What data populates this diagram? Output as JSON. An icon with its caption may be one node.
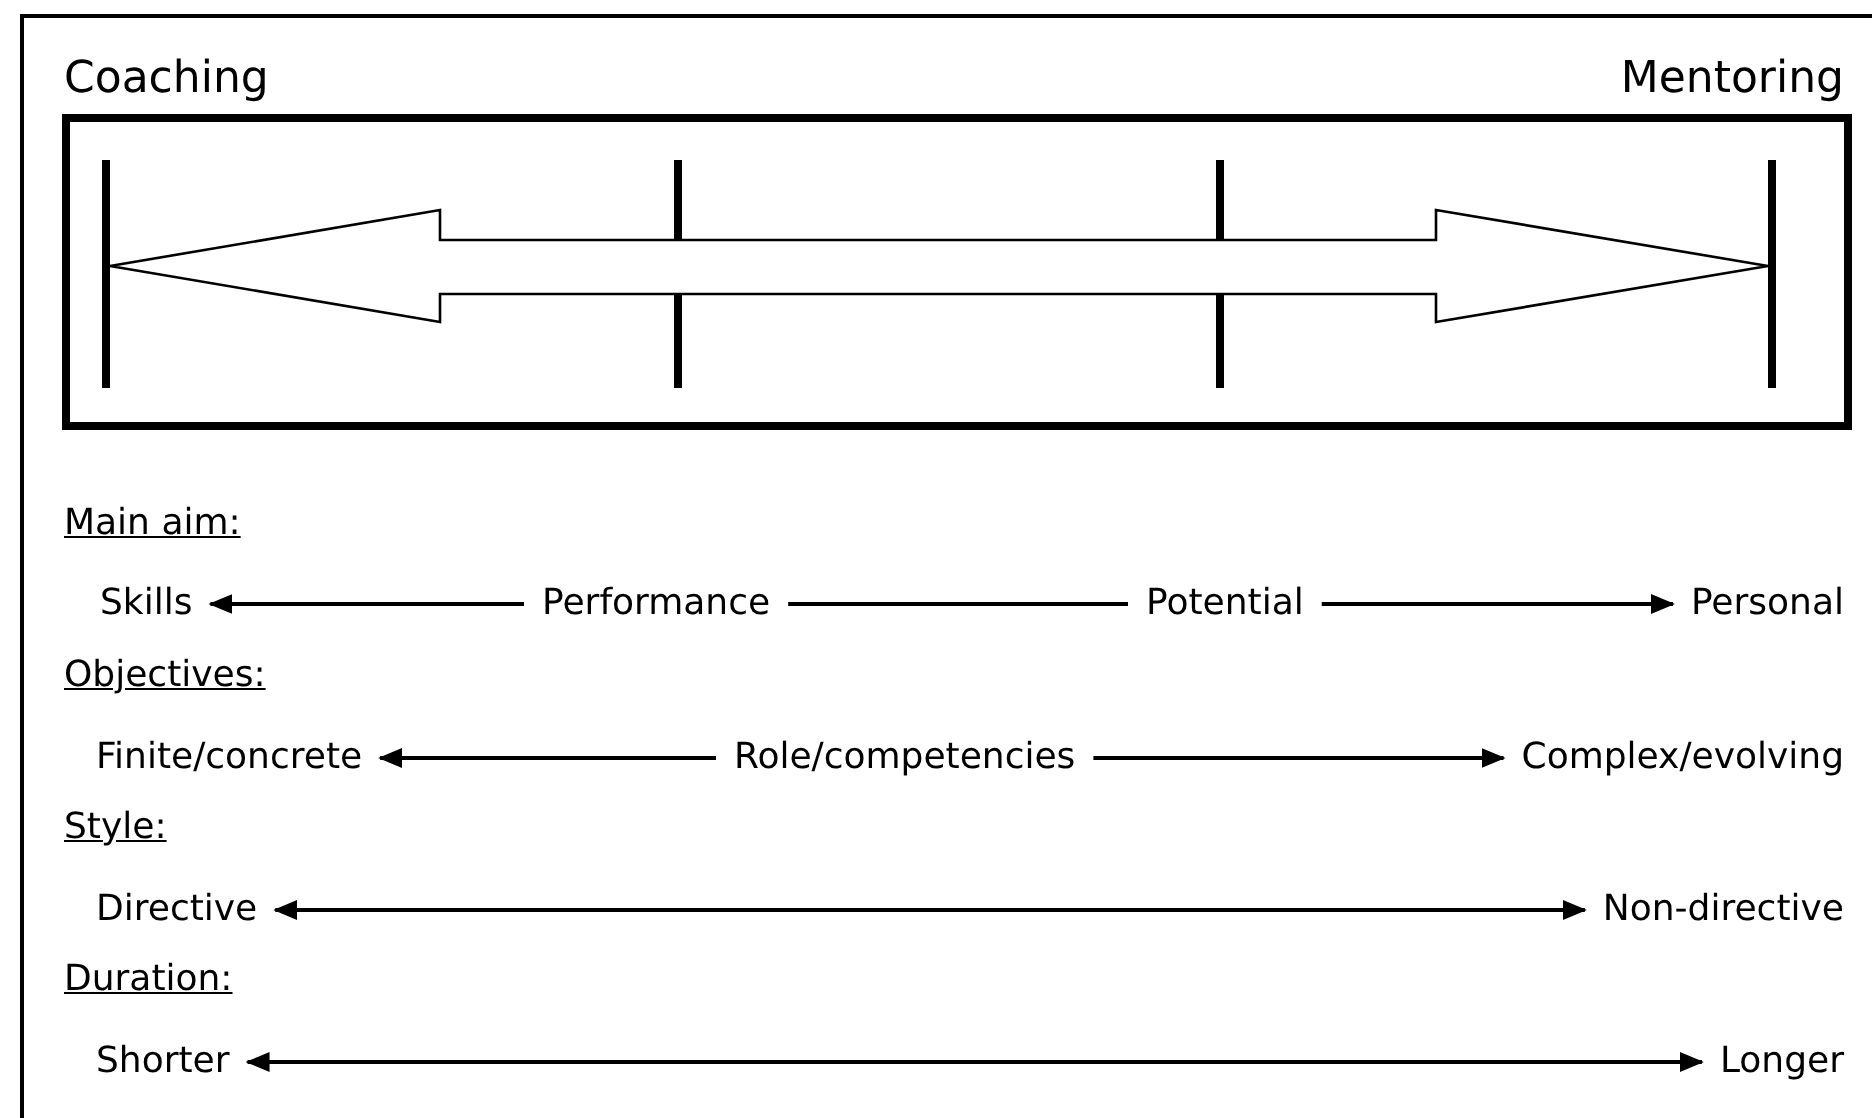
{
  "diagram": {
    "nodes": [
      {
        "text": [
          "Skills"
        ]
      },
      {
        "text": [
          "Performance"
        ]
      },
      {
        "text": [
          "Potential"
        ]
      },
      {
        "text": [
          "Personal"
        ]
      },
      {
        "text": [
          "Finite/concrete"
        ]
      },
      {
        "text": [
          "Role/competencies"
        ]
      },
      {
        "text": [
          "Complex/evolving"
        ]
      },
      {
        "text": [
          "Directive"
        ]
      },
      {
        "text": [
          "Non-directive"
        ]
      },
      {
        "text": [
          "Shorter"
        ]
      },
      {
        "text": [
          "Longer"
        ]
      }
    ],
    "edges": [
      {
        "from": 1,
        "to": 0,
        "arrow": "to"
      },
      {
        "from": 1,
        "to": 2,
        "arrow": "none"
      },
      {
        "from": 2,
        "to": 3,
        "arrow": "to"
      },
      {
        "from": 5,
        "to": 4,
        "arrow": "to"
      },
      {
        "from": 5,
        "to": 6,
        "arrow": "to"
      },
      {
        "from": 7,
        "to": 8,
        "arrow": "both"
      },
      {
        "from": 9,
        "to": 10,
        "arrow": "both"
      }
    ],
    "labels": [
      "Coaching",
      "Mentoring",
      "Main aim:",
      "Objectives:",
      "Style:",
      "Duration:"
    ]
  }
}
